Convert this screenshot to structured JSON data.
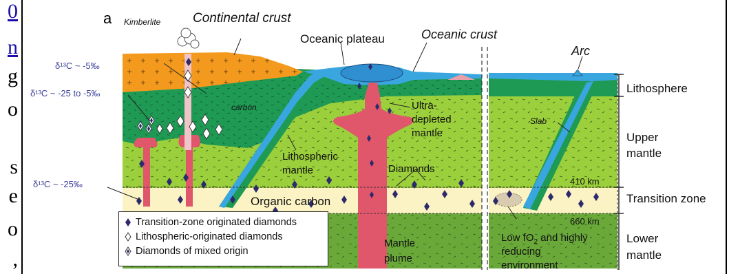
{
  "page_margin": {
    "fragments": [
      "0",
      "n",
      "g",
      "o",
      "s",
      "e",
      "o",
      ","
    ],
    "links": [
      "0",
      "n"
    ]
  },
  "figure": {
    "panel_label": "a",
    "top_labels": {
      "kimberlite": "Kimberlite",
      "continental_crust": "Continental crust",
      "oceanic_plateau": "Oceanic plateau",
      "oceanic_crust": "Oceanic crust",
      "arc": "Arc"
    },
    "inner_labels": {
      "carbon": "carbon",
      "ultra_depleted": [
        "Ultra-",
        "depleted",
        "mantle"
      ],
      "lithospheric_mantle": [
        "Lithospheric",
        "mantle"
      ],
      "diamonds": "Diamonds",
      "organic_carbon": "Organic carbon",
      "mantle_plume": [
        "Mantle",
        "plume"
      ],
      "slab": "Slab",
      "low_fo2": [
        "Low fO",
        "2",
        " and highly",
        "reducing",
        "environment"
      ],
      "depth_410": "410 km",
      "depth_660": "660 km"
    },
    "isotope_labels": [
      "δ¹³C ~ -5‰",
      "δ¹³C ~ -25 to -5‰",
      "δ¹³C ~ -25‰"
    ],
    "layers": [
      "Lithosphere",
      [
        "Upper",
        "mantle"
      ],
      "Transition zone",
      [
        "Lower",
        "mantle"
      ]
    ],
    "legend": [
      {
        "symbol": "filled-diamond",
        "text": "Transition-zone originated diamonds"
      },
      {
        "symbol": "open-diamond",
        "text": "Lithospheric-originated diamonds"
      },
      {
        "symbol": "mixed-diamond",
        "text": "Diamonds of mixed origin"
      }
    ],
    "colors": {
      "continental_crust": "#f39a1e",
      "lithosphere_green": "#1f9a55",
      "upper_mantle": "#9ccf3c",
      "transition_zone": "#fbf3c3",
      "lower_mantle": "#6aa83a",
      "oceanic_crust": "#3aa6e0",
      "plume": "#e0566b",
      "diamond": "#2d2a6b",
      "isotope_text": "#3a3f9a"
    }
  }
}
